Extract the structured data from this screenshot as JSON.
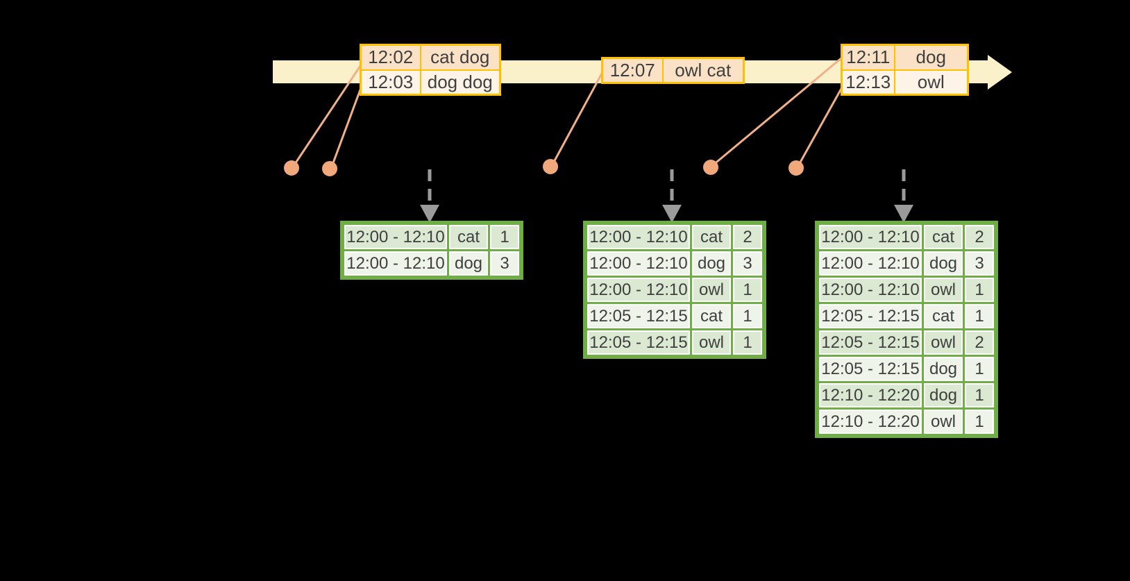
{
  "diagram": {
    "title": "windowed-word-count-timeline",
    "colors": {
      "background": "#000000",
      "timeline_fill": "#FAF0CA",
      "event_table_border": "#FFC000",
      "event_row_peach": "#FBE2C6",
      "event_row_cream": "#FDF4E7",
      "event_marker_orange": "#F1A97B",
      "connector_line_orange": "#F0B089",
      "trigger_arrow_gray": "#9B9B9B",
      "result_table_border": "#6FAD47",
      "result_row_dark_green": "#DCE9D2",
      "result_row_light_green": "#EFF4EB",
      "text": "#3F3F3F"
    },
    "event_tables": [
      {
        "rows": [
          [
            "12:02",
            "cat dog"
          ],
          [
            "12:03",
            "dog dog"
          ]
        ]
      },
      {
        "rows": [
          [
            "12:07",
            "owl cat"
          ]
        ]
      },
      {
        "rows": [
          [
            "12:11",
            "dog"
          ],
          [
            "12:13",
            "owl"
          ]
        ]
      }
    ],
    "result_tables": [
      {
        "rows": [
          [
            "12:00 - 12:10",
            "cat",
            "1"
          ],
          [
            "12:00 - 12:10",
            "dog",
            "3"
          ]
        ]
      },
      {
        "rows": [
          [
            "12:00 - 12:10",
            "cat",
            "2"
          ],
          [
            "12:00 - 12:10",
            "dog",
            "3"
          ],
          [
            "12:00 - 12:10",
            "owl",
            "1"
          ],
          [
            "12:05 - 12:15",
            "cat",
            "1"
          ],
          [
            "12:05 - 12:15",
            "owl",
            "1"
          ]
        ]
      },
      {
        "rows": [
          [
            "12:00 - 12:10",
            "cat",
            "2"
          ],
          [
            "12:00 - 12:10",
            "dog",
            "3"
          ],
          [
            "12:00 - 12:10",
            "owl",
            "1"
          ],
          [
            "12:05 - 12:15",
            "cat",
            "1"
          ],
          [
            "12:05 - 12:15",
            "owl",
            "2"
          ],
          [
            "12:05 - 12:15",
            "dog",
            "1"
          ],
          [
            "12:10 - 12:20",
            "dog",
            "1"
          ],
          [
            "12:10 - 12:20",
            "owl",
            "1"
          ]
        ]
      }
    ]
  }
}
